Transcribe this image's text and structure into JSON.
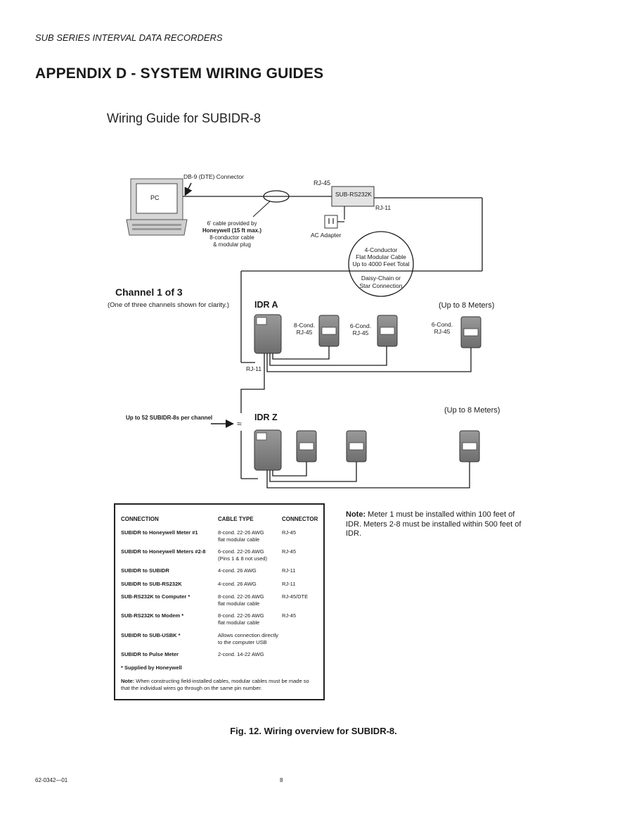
{
  "header": {
    "running_head": "SUB SERIES INTERVAL DATA RECORDERS",
    "appendix_title": "APPENDIX D - SYSTEM WIRING GUIDES"
  },
  "diagram": {
    "title": "Wiring Guide for SUBIDR-8",
    "pc_label": "PC",
    "db9_label": "DB-9 (DTE) Connector",
    "cable_note": [
      "6' cable provided by",
      "Honeywell (15 ft max.)",
      "8-conductor cable",
      "& modular plug"
    ],
    "rj45_top": "RJ-45",
    "sub_rs232k": "SUB-RS232K",
    "rj11_top": "RJ-11",
    "ac_adapter": "AC Adapter",
    "circle_upper": [
      "4-Conductor",
      "Flat Modular Cable",
      "Up to 4000 Feet Total"
    ],
    "circle_lower": [
      "Daisy-Chain or",
      "Star Connection"
    ],
    "channel_title": "Channel 1 of 3",
    "channel_sub": "(One of three channels shown for clarity.)",
    "idr_a": "IDR A",
    "idr_z": "IDR Z",
    "up_to_8_a": "(Up to 8 Meters)",
    "up_to_8_z": "(Up to 8 Meters)",
    "cond8": [
      "8-Cond.",
      "RJ-45"
    ],
    "cond6a": [
      "6-Cond.",
      "RJ-45"
    ],
    "cond6b": [
      "6-Cond.",
      "RJ-45"
    ],
    "rj11_left": "RJ-11",
    "up_to_52": "Up to 52 SUBIDR-8s per channel",
    "break_symbol": "≈"
  },
  "table": {
    "headers": [
      "CONNECTION",
      "CABLE TYPE",
      "CONNECTOR"
    ],
    "rows": [
      {
        "connection": "SUBIDR to Honeywell Meter #1",
        "cable": [
          "8-cond. 22-26 AWG",
          "flat modular cable"
        ],
        "connector": "RJ-45"
      },
      {
        "connection": "SUBIDR to Honeywell Meters #2-8",
        "cable": [
          "6-cond. 22-26 AWG",
          "(Pins 1 & 8 not used)"
        ],
        "connector": "RJ-45"
      },
      {
        "connection": "SUBIDR to SUBIDR",
        "cable": [
          "4-cond. 26 AWG",
          ""
        ],
        "connector": "RJ-11"
      },
      {
        "connection": "SUBIDR to SUB-RS232K",
        "cable": [
          "4-cond. 26 AWG",
          ""
        ],
        "connector": "RJ-11"
      },
      {
        "connection": "SUB-RS232K to Computer *",
        "cable": [
          "8-cond. 22-26 AWG",
          "flat modular cable"
        ],
        "connector": "RJ-45/DTE"
      },
      {
        "connection": "SUB-RS232K to Modem *",
        "cable": [
          "8-cond. 22-26 AWG",
          "flat modular cable"
        ],
        "connector": "RJ-45"
      },
      {
        "connection": "SUBIDR to SUB-USBK *",
        "cable": [
          "Allows connection directly",
          "to the computer USB"
        ],
        "connector": ""
      },
      {
        "connection": "SUBIDR to Pulse Meter",
        "cable": [
          "2-cond. 14-22 AWG",
          ""
        ],
        "connector": ""
      }
    ],
    "supplied": "* Supplied by Honeywell",
    "note_label": "Note:",
    "note_text": "When constructing field-installed cables, modular cables must be made so that the individual wires go through on the same pin number."
  },
  "side_note": {
    "label": "Note:",
    "text": "Meter 1 must be installed within 100 feet of IDR. Meters 2-8 must be installed within 500 feet of IDR."
  },
  "caption": "Fig. 12. Wiring overview for SUBIDR-8.",
  "footer": {
    "doc_number": "62-0342—01",
    "page_number": "8"
  }
}
